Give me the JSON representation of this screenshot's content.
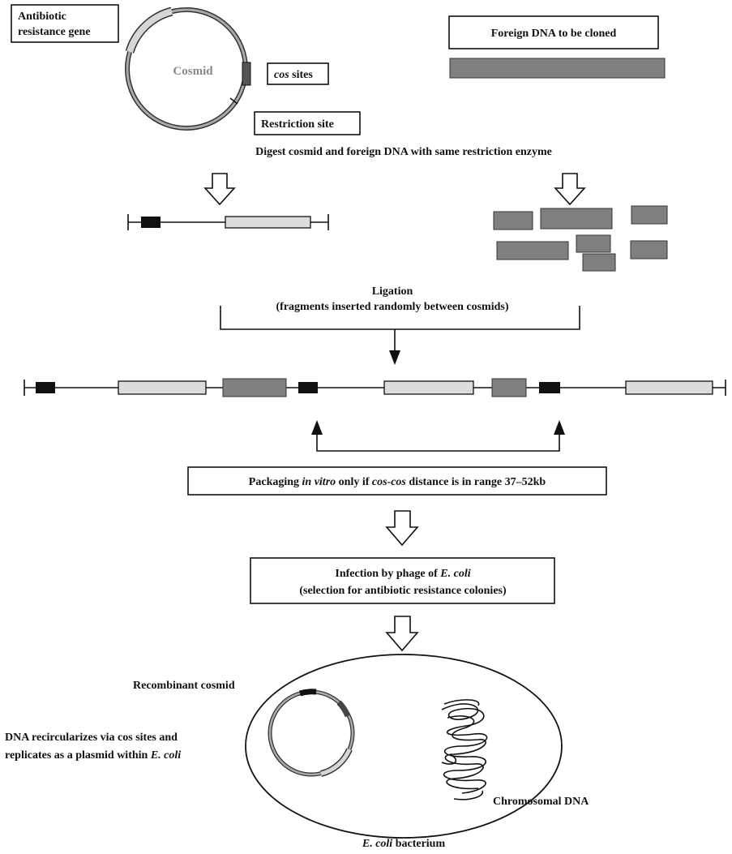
{
  "cosmid": {
    "label": "Cosmid",
    "antibiotic_label_line1": "Antibiotic",
    "antibiotic_label_line2": "resistance gene",
    "cos_label_italic": "cos",
    "cos_label_rest": " sites",
    "restriction_label": "Restriction site"
  },
  "foreign_dna": {
    "label": "Foreign DNA to be cloned"
  },
  "steps": {
    "digest": "Digest cosmid and foreign DNA with same restriction enzyme",
    "ligation_title": "Ligation",
    "ligation_note": "(fragments inserted randomly between cosmids)",
    "packaging_pre": "Packaging ",
    "packaging_italic1": "in vitro",
    "packaging_mid": " only if ",
    "packaging_italic2": "cos-cos",
    "packaging_post": " distance is in range 37–52kb",
    "infection_pre": "Infection by phage of ",
    "infection_italic": "E. coli",
    "infection_note": "(selection for antibiotic resistance colonies)"
  },
  "bacterium": {
    "recombinant_label": "Recombinant cosmid",
    "recirc_line1": "DNA recircularizes via cos sites and",
    "recirc_line2_pre": "replicates as a plasmid within ",
    "recirc_line2_italic": "E. coli",
    "chromosomal_label": "Chromosomal DNA",
    "caption_italic": "E. coli",
    "caption_rest": " bacterium"
  },
  "colors": {
    "ink": "#111111",
    "cos_site": "#111111",
    "resistance_gene": "#dcdcdc",
    "foreign_dna": "#808080"
  }
}
